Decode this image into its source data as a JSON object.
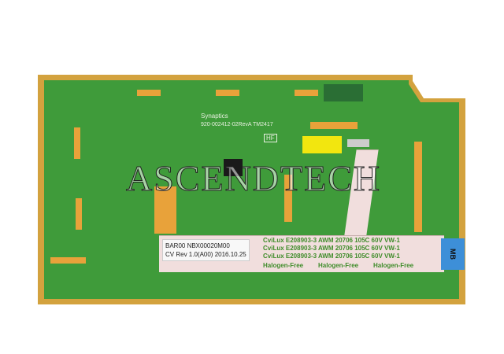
{
  "board": {
    "brand": "Synaptics",
    "part_number": "920-002412-02RevA TM2417",
    "hf_mark": "HF"
  },
  "cable": {
    "print_lines": [
      "CviLux E208903-3 AWM 20706 105C 60V VW-1",
      "CviLux E208903-3 AWM 20706 105C 60V VW-1",
      "CviLux E208903-3 AWM 20706 105C 60V VW-1"
    ],
    "halogen_text": "Halogen-Free",
    "sticker_line1": "BAR00 NBX00020M00",
    "sticker_line2": "CV Rev 1.0(A00) 2016.10.25",
    "tab_label": "MB"
  },
  "watermark": "ASCENDTECH"
}
